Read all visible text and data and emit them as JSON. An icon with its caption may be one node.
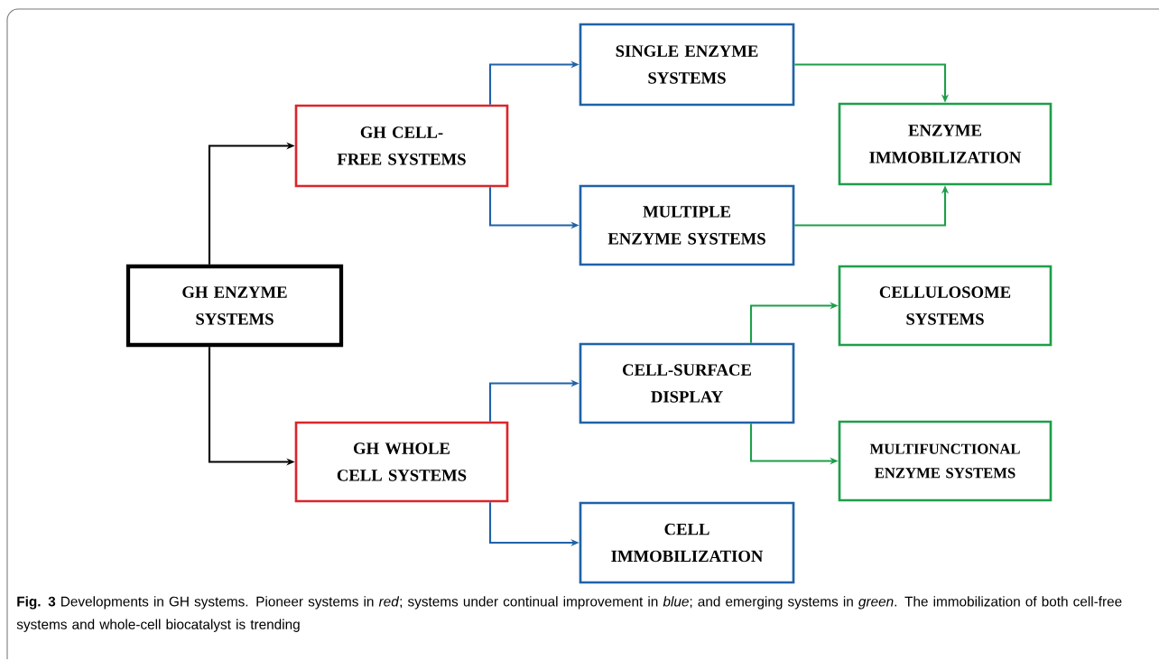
{
  "diagram": {
    "caption": "**Fig. 3**  Developments in GH systems. Pioneer systems in *red*; systems under continual improvement in *blue*; and emerging systems in *green*. The immobilization of both cell-free systems and whole-cell biocatalyst is trending",
    "nodes": [
      {
        "text": [
          "GH ENZYME SYSTEMS"
        ]
      },
      {
        "text": [
          "GH CELL-FREE SYSTEMS"
        ]
      },
      {
        "text": [
          "GH WHOLE CELL SYSTEMS"
        ]
      },
      {
        "text": [
          "SINGLE ENZYME SYSTEMS"
        ]
      },
      {
        "text": [
          "MULTIPLE ENZYME SYSTEMS"
        ]
      },
      {
        "text": [
          "ENZYME IMMOBILIZATION"
        ]
      },
      {
        "text": [
          "CELLULOSOME SYSTEMS"
        ]
      },
      {
        "text": [
          "CELL-SURFACE DISPLAY"
        ]
      },
      {
        "text": [
          "MULTIFUNCTIONAL ENZYME SYSTEMS"
        ]
      },
      {
        "text": [
          "CELL IMMOBILIZATION"
        ]
      }
    ],
    "edges": [
      {
        "from": 0,
        "to": 1,
        "arrow": "to",
        "color": "#000000"
      },
      {
        "from": 0,
        "to": 2,
        "arrow": "to",
        "color": "#000000"
      },
      {
        "from": 1,
        "to": 3,
        "arrow": "to",
        "color": "#1f62a8"
      },
      {
        "from": 1,
        "to": 4,
        "arrow": "to",
        "color": "#1f62a8"
      },
      {
        "from": 3,
        "to": 5,
        "arrow": "to",
        "color": "#1e9e4a"
      },
      {
        "from": 4,
        "to": 5,
        "arrow": "to",
        "color": "#1e9e4a"
      },
      {
        "from": 2,
        "to": 7,
        "arrow": "to",
        "color": "#1f62a8"
      },
      {
        "from": 2,
        "to": 9,
        "arrow": "to",
        "color": "#1f62a8"
      },
      {
        "from": 7,
        "to": 6,
        "arrow": "to",
        "color": "#1e9e4a"
      },
      {
        "from": 7,
        "to": 8,
        "arrow": "to",
        "color": "#1e9e4a"
      }
    ]
  }
}
